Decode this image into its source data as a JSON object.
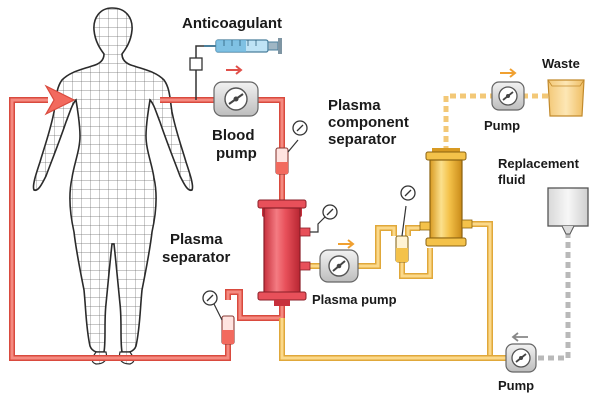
{
  "labels": {
    "anticoagulant": "Anticoagulant",
    "blood_pump_line1": "Blood",
    "blood_pump_line2": "pump",
    "plasma_separator_line1": "Plasma",
    "plasma_separator_line2": "separator",
    "plasma_pump": "Plasma pump",
    "component_separator_line1": "Plasma",
    "component_separator_line2": "component",
    "component_separator_line3": "separator",
    "waste": "Waste",
    "waste_pump": "Pump",
    "replacement_fluid_line1": "Replacement",
    "replacement_fluid_line2": "fluid",
    "return_pump": "Pump"
  },
  "colors": {
    "blood_line": "#f26a5e",
    "blood_line_dark": "#d94a3e",
    "plasma_line": "#f7c96a",
    "plasma_line_dark": "#e0a83a",
    "replacement_line": "#b9b9b9",
    "separator_red": "#e8505a",
    "separator_yellow": "#f4c24a",
    "human_mesh": "#555555"
  }
}
